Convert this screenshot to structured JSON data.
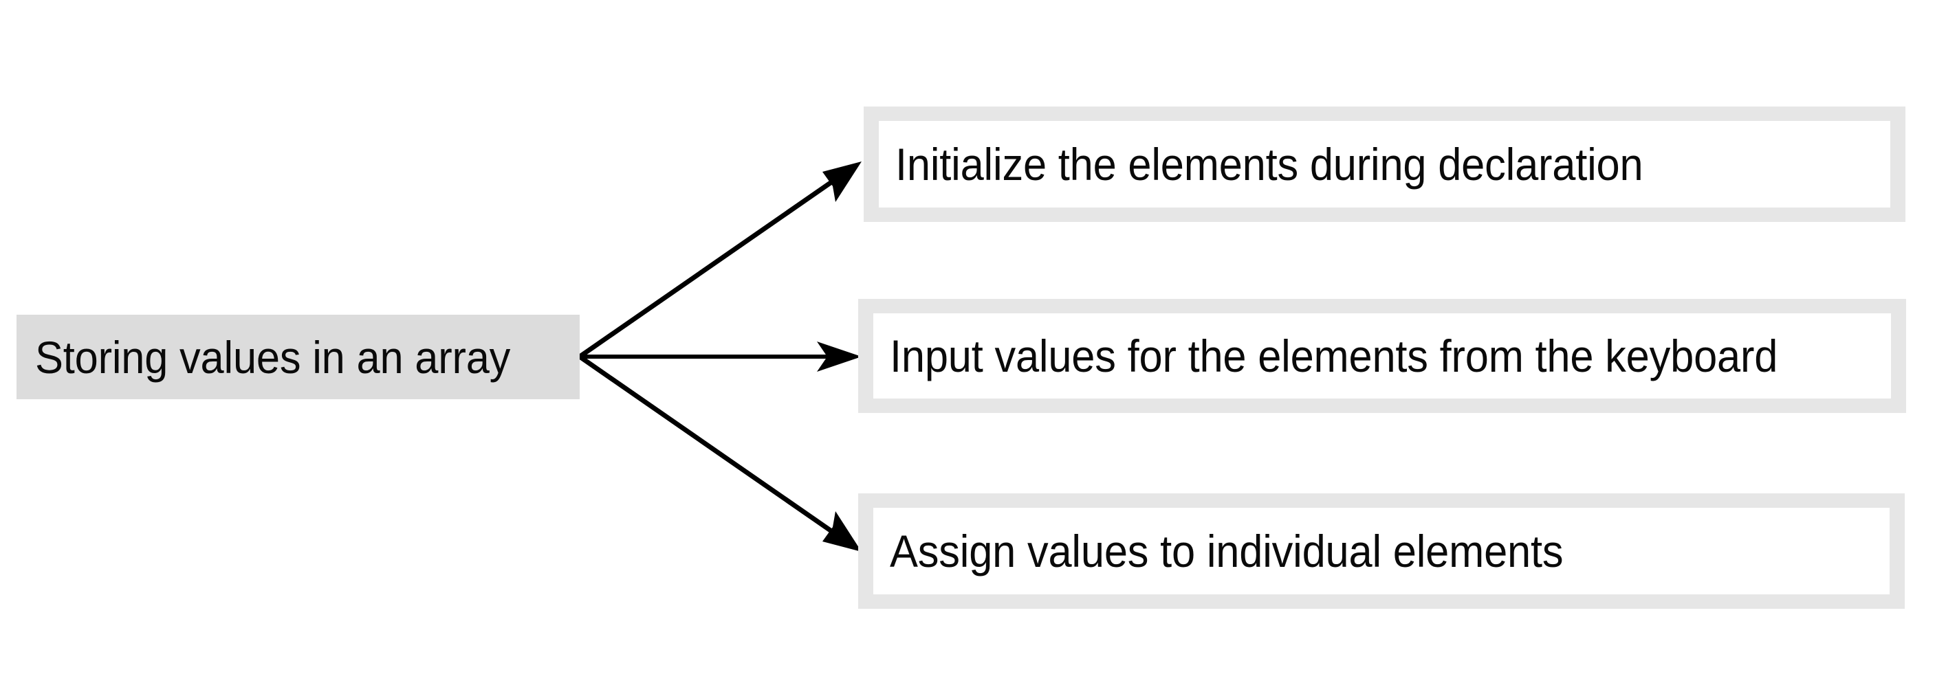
{
  "diagram": {
    "type": "flow-fan-out",
    "background_color": "#ffffff",
    "source": {
      "id": "storing-values",
      "label": "Storing values in an array",
      "fill_color": "#dcdcdc",
      "text_color": "#0a0a0a"
    },
    "targets": [
      {
        "id": "initialize",
        "label": "Initialize the elements during declaration",
        "frame_color": "#e6e6e6",
        "fill_color": "#ffffff",
        "text_color": "#0a0a0a"
      },
      {
        "id": "input",
        "label": "Input values for the elements from the keyboard",
        "frame_color": "#e6e6e6",
        "fill_color": "#ffffff",
        "text_color": "#0a0a0a"
      },
      {
        "id": "assign",
        "label": "Assign values to individual elements",
        "frame_color": "#e6e6e6",
        "fill_color": "#ffffff",
        "text_color": "#0a0a0a"
      }
    ],
    "connectors": [
      {
        "id": "edge-to-initialize",
        "from": "storing-values",
        "to": "initialize",
        "style": "solid-arrow",
        "color": "#000000",
        "label": ""
      },
      {
        "id": "edge-to-input",
        "from": "storing-values",
        "to": "input",
        "style": "solid-arrow",
        "color": "#000000",
        "label": ""
      },
      {
        "id": "edge-to-assign",
        "from": "storing-values",
        "to": "assign",
        "style": "solid-arrow",
        "color": "#000000",
        "label": ""
      }
    ]
  }
}
